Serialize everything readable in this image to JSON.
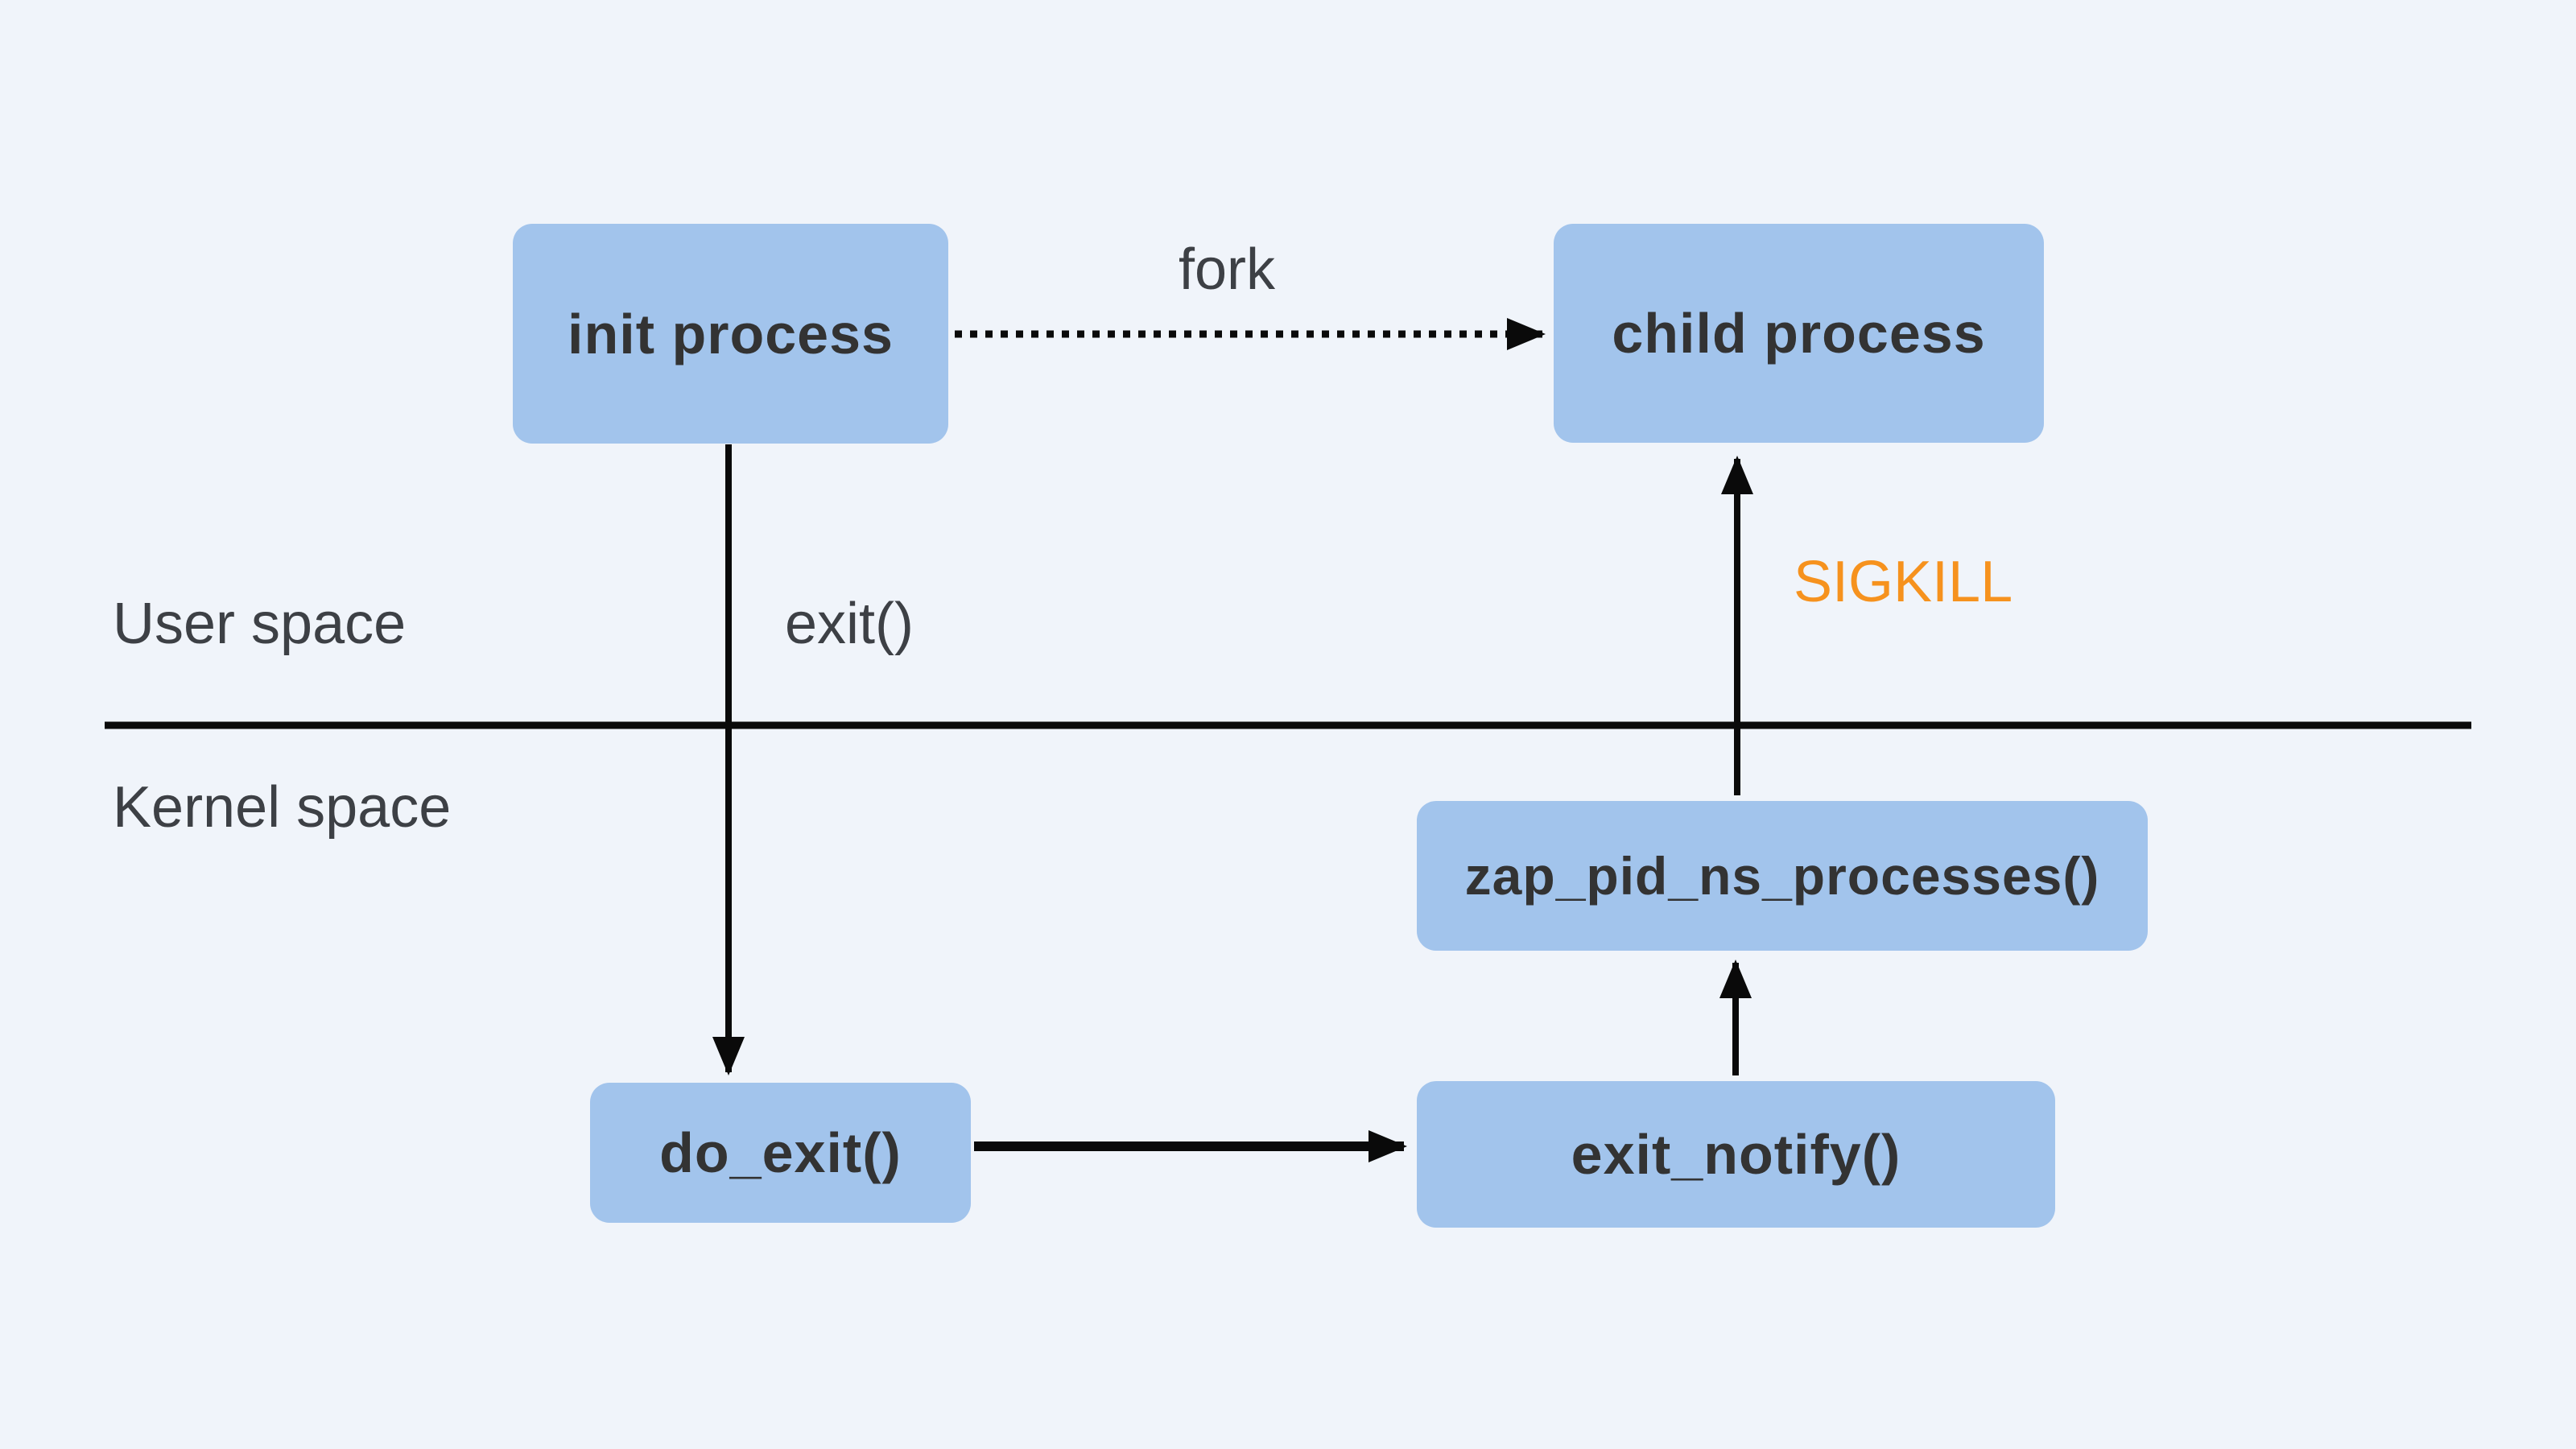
{
  "nodes": {
    "init": {
      "label": "init process"
    },
    "child": {
      "label": "child process"
    },
    "zap": {
      "label": "zap_pid_ns_processes()"
    },
    "exit_notify": {
      "label": "exit_notify()"
    },
    "do_exit": {
      "label": "do_exit()"
    }
  },
  "labels": {
    "fork": "fork",
    "exit_call": "exit()",
    "user_space": "User space",
    "kernel_space": "Kernel space",
    "sigkill": "SIGKILL"
  },
  "colors": {
    "background": "#f0f4fa",
    "box_fill": "#a2c4ec",
    "box_text": "#333333",
    "label_text": "#3d4045",
    "sigkill": "#f6921e",
    "line": "#0a0a0a"
  }
}
